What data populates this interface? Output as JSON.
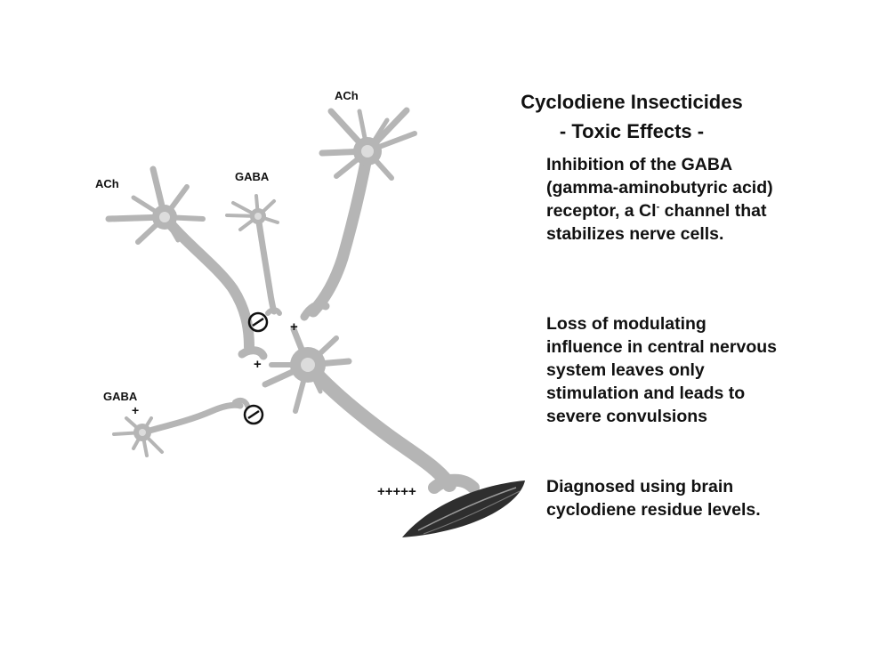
{
  "title": {
    "line1": "Cyclodiene Insecticides",
    "line2": "- Toxic Effects -"
  },
  "paragraphs": {
    "p1": {
      "before_sup": "Inhibition of the GABA (gamma-aminobutyric acid) receptor, a Cl",
      "sup": "-",
      "after_sup": " channel that stabilizes nerve cells."
    },
    "p2": "Loss of modulating influence in central nervous system leaves only stimulation and leads to severe convulsions",
    "p3": "Diagnosed using brain cyclodiene residue levels."
  },
  "diagram": {
    "labels": {
      "ach_top": "ACh",
      "ach_left": "ACh",
      "gaba_top": "GABA",
      "gaba_bottom": "GABA",
      "gaba_bottom_plus": "+",
      "plus_mid_right": "+",
      "plus_mid_left": "+",
      "muscle_plus": "+++++"
    },
    "inhibition_symbol": "minus-circle",
    "colors": {
      "neuron": "#b5b5b5",
      "soma_highlight": "#dcdcdc",
      "muscle": "#2e2e2e",
      "muscle_line": "#9a9a9a",
      "text": "#111111"
    }
  }
}
